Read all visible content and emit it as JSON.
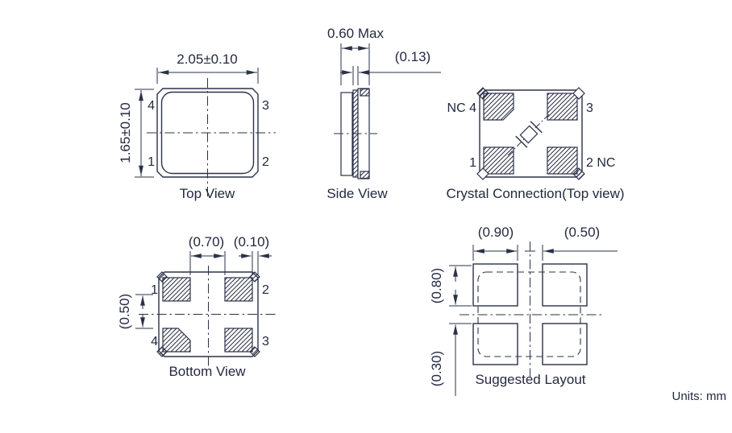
{
  "note": {
    "units": "Units: mm"
  },
  "colors": {
    "line": "#2b3147",
    "text": "#232940",
    "background": "#ffffff"
  },
  "views": {
    "top_view": {
      "caption": "Top View",
      "dim_width": "2.05±0.10",
      "dim_height": "1.65±0.10",
      "pin_top_left": "4",
      "pin_top_right": "3",
      "pin_bottom_left": "1",
      "pin_bottom_right": "2"
    },
    "side_view": {
      "caption": "Side View",
      "dim_thickness": "0.60 Max",
      "dim_lid": "(0.13)"
    },
    "crystal_connection": {
      "caption": "Crystal Connection(Top view)",
      "label_top_left": "NC 4",
      "label_top_right": "3",
      "label_bottom_left": "1",
      "label_bottom_right": "2 NC"
    },
    "bottom_view": {
      "caption": "Bottom View",
      "dim_pad_gap_x": "(0.70)",
      "dim_edge_gap": "(0.10)",
      "dim_pad_gap_y": "(0.50)",
      "pin_top_left": "1",
      "pin_top_right": "2",
      "pin_bottom_left": "4",
      "pin_bottom_right": "3"
    },
    "suggested_layout": {
      "caption": "Suggested Layout",
      "dim_pad_width": "(0.90)",
      "dim_pad_gap_x": "(0.50)",
      "dim_pad_height": "(0.80)",
      "dim_pad_gap_y": "(0.30)"
    }
  }
}
